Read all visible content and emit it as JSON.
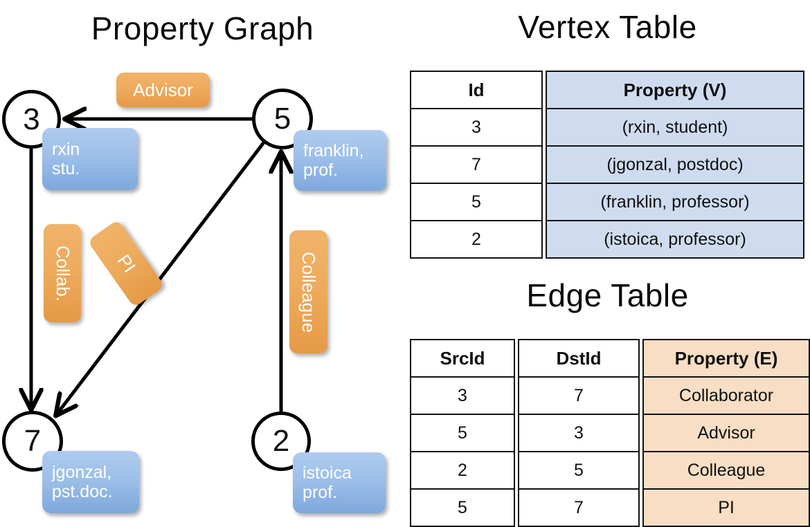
{
  "titles": {
    "property_graph": "Property Graph",
    "vertex_table": "Vertex Table",
    "edge_table": "Edge Table"
  },
  "graph": {
    "nodes": [
      {
        "id": "3",
        "property_line1": "rxin",
        "property_line2": "stu."
      },
      {
        "id": "5",
        "property_line1": "franklin,",
        "property_line2": "prof."
      },
      {
        "id": "7",
        "property_line1": "jgonzal,",
        "property_line2": "pst.doc."
      },
      {
        "id": "2",
        "property_line1": "istoica",
        "property_line2": "prof."
      }
    ],
    "edge_labels": [
      {
        "name": "advisor",
        "text": "Advisor"
      },
      {
        "name": "collab",
        "text": "Collab."
      },
      {
        "name": "pi",
        "text": "PI"
      },
      {
        "name": "colleague",
        "text": "Colleague"
      }
    ],
    "edges": [
      {
        "from": "5",
        "to": "3",
        "label": "Advisor"
      },
      {
        "from": "3",
        "to": "7",
        "label": "Collab."
      },
      {
        "from": "5",
        "to": "7",
        "label": "PI"
      },
      {
        "from": "2",
        "to": "5",
        "label": "Colleague"
      }
    ]
  },
  "vertex_table": {
    "headers": [
      "Id",
      "Property (V)"
    ],
    "rows": [
      {
        "id": "3",
        "property": "(rxin, student)"
      },
      {
        "id": "7",
        "property": "(jgonzal, postdoc)"
      },
      {
        "id": "5",
        "property": "(franklin, professor)"
      },
      {
        "id": "2",
        "property": "(istoica, professor)"
      }
    ]
  },
  "edge_table": {
    "headers": [
      "SrcId",
      "DstId",
      "Property (E)"
    ],
    "rows": [
      {
        "src": "3",
        "dst": "7",
        "property": "Collaborator"
      },
      {
        "src": "5",
        "dst": "3",
        "property": "Advisor"
      },
      {
        "src": "2",
        "dst": "5",
        "property": "Colleague"
      },
      {
        "src": "5",
        "dst": "7",
        "property": "PI"
      }
    ]
  },
  "colors": {
    "vertex_property_fill": "#cfdcf0",
    "edge_property_fill": "#f7dec4",
    "node_property_box": "#9dbfe9",
    "edge_label_box": "#eeab5e",
    "stroke": "#000000",
    "background": "#ffffff"
  }
}
